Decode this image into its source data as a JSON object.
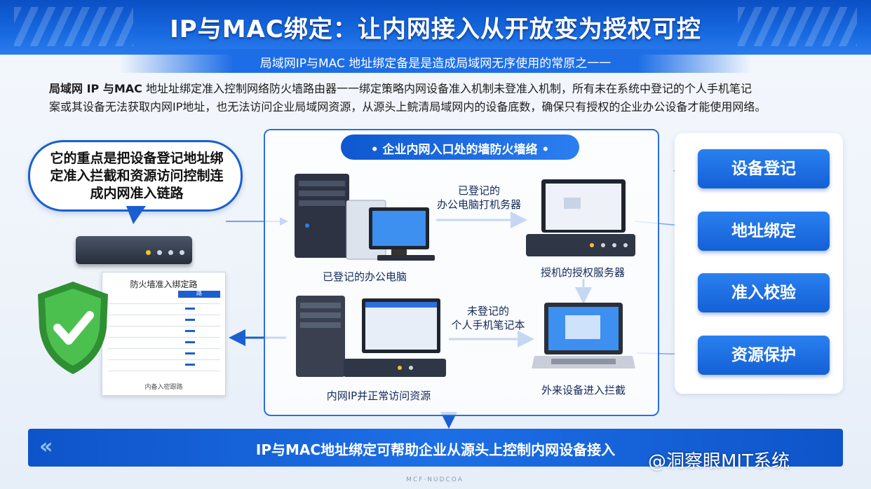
{
  "header": {
    "title": "IP与MAC绑定：让内网接入从开放变为授权可控",
    "subtitle": "局域网IP与MAC 地址绑定备是是造成局域网无序使用的常原之一一"
  },
  "intro": {
    "lead": "局域网 IP 与MAC",
    "line1_rest": " 地址址绑定准入控制网络防火墙路由器一一绑定策略内网设备准入机制未登准入机制，所有未在系统中登记的个人手机笔记",
    "line2": "案或其设备无法获取内网IP地址，也无法访问企业局域网资源，从源头上鲩清局域网内的设备底数，确保只有授权的企业办公设备才能使用网络。"
  },
  "bubble": {
    "text": "它的重点是把设备登记地址绑定准入拦截和资源访问控制连成内网准入链路"
  },
  "doc": {
    "title": "防火墙准入绑定路",
    "header_tag": "路",
    "footer": "内备入密跟路"
  },
  "panel": {
    "title": "• 企业内网入口处的墙防火墙络 •",
    "labels": {
      "registered_pc": "已登记的办公电脑",
      "auth_server": "授机的授权服务器",
      "intranet_access": "内网IP并正常访问资源",
      "external_block": "外来设备进入拦截"
    },
    "arrows": {
      "top": "已登记的\n办公电脑打机务器",
      "bottom": "未登记的\n个人手机笔记本"
    }
  },
  "menu": {
    "items": [
      "设备登记",
      "地址绑定",
      "准入校验",
      "资源保护"
    ]
  },
  "footer": {
    "chevron": "«",
    "text": "IP与MAC地址绑定可帮助企业从源头上控制内网设备接入",
    "watermark": "@洞察眼MIT系统",
    "tiny": "MCF·NUDCOA"
  },
  "colors": {
    "brand_blue": "#1769e0",
    "shield_green": "#3aa83c",
    "panel_border": "#2a6fe0"
  }
}
